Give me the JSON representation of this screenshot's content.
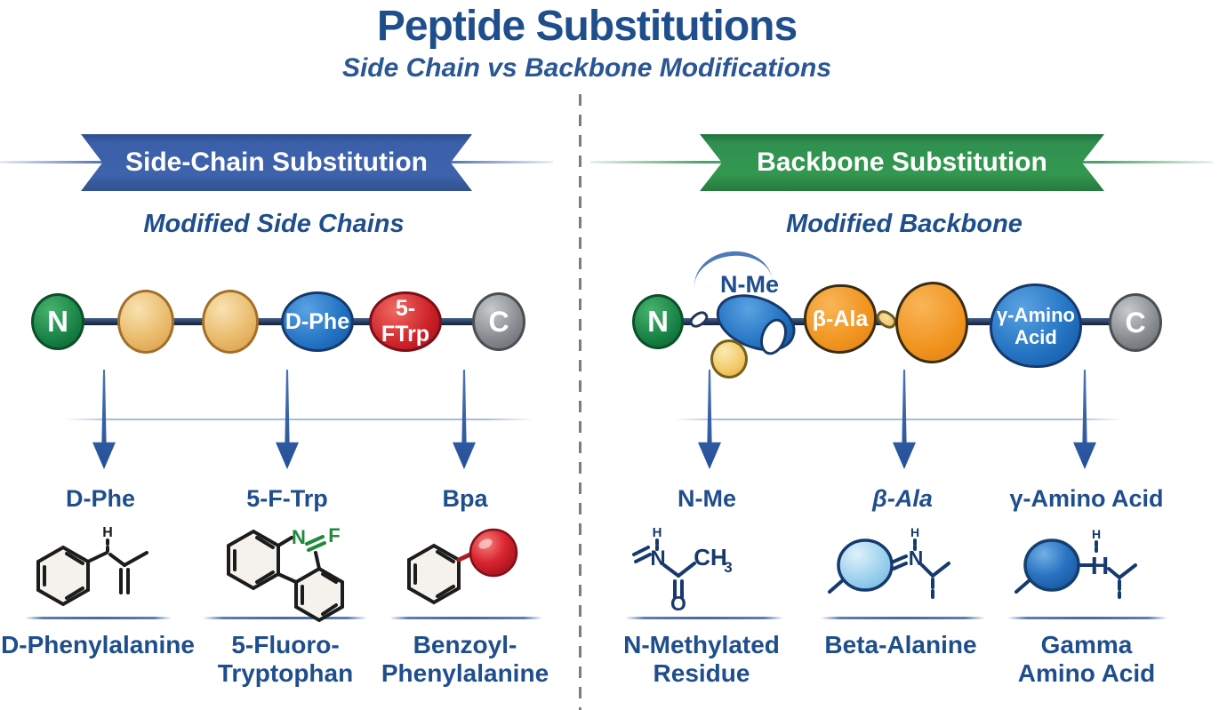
{
  "title": "Peptide Substitutions",
  "subtitle": "Side Chain vs Backbone Modifications",
  "left": {
    "banner": "Side-Chain Substitution",
    "subtitle": "Modified Side Chains",
    "chain": {
      "n": "N",
      "dphe": "D-Phe",
      "ftrp": "5-FTrp",
      "c": "C"
    },
    "columns": [
      {
        "abbr": "D-Phe",
        "name1": "D-Phenylalanine",
        "name2": ""
      },
      {
        "abbr": "5-F-Trp",
        "name1": "5-Fluoro-",
        "name2": "Tryptophan"
      },
      {
        "abbr": "Bpa",
        "name1": "Benzoyl-",
        "name2": "Phenylalanine"
      }
    ],
    "atoms": {
      "dphe_h": "H",
      "ftrp_n": "N",
      "ftrp_f": "F"
    }
  },
  "right": {
    "banner": "Backbone Substitution",
    "subtitle": "Modified Backbone",
    "chain": {
      "n": "N",
      "nme": "N-Me",
      "bala": "β-Ala",
      "gamma1": "γ-Amino",
      "gamma2": "Acid",
      "c": "C"
    },
    "columns": [
      {
        "abbr": "N-Me",
        "name1": "N-Methylated",
        "name2": "Residue"
      },
      {
        "abbr": "β-Ala",
        "name1": "Beta-Alanine",
        "name2": ""
      },
      {
        "abbr": "γ-Amino Acid",
        "name1": "Gamma",
        "name2": "Amino Acid"
      }
    ],
    "atoms": {
      "nme_h": "H",
      "nme_n": "N",
      "nme_ch": "CH",
      "nme_3": "3",
      "nme_o": "O",
      "bala_h": "H",
      "bala_n": "N",
      "gamma_h_top": "H",
      "gamma_h": "H"
    }
  },
  "colors": {
    "title_blue": "#1f4e8c",
    "banner_blue": "#3b5fa9",
    "banner_green": "#2f9050",
    "arrow_blue": "#2c5ca8",
    "node_green": "#1f9147",
    "node_tan": "#ecc27d",
    "node_blue": "#2679c8",
    "node_red": "#d7232e",
    "node_gray": "#8a8e93",
    "node_orange": "#f29327",
    "atom_green": "#1d8a3c",
    "structure_navy": "#16396f"
  }
}
